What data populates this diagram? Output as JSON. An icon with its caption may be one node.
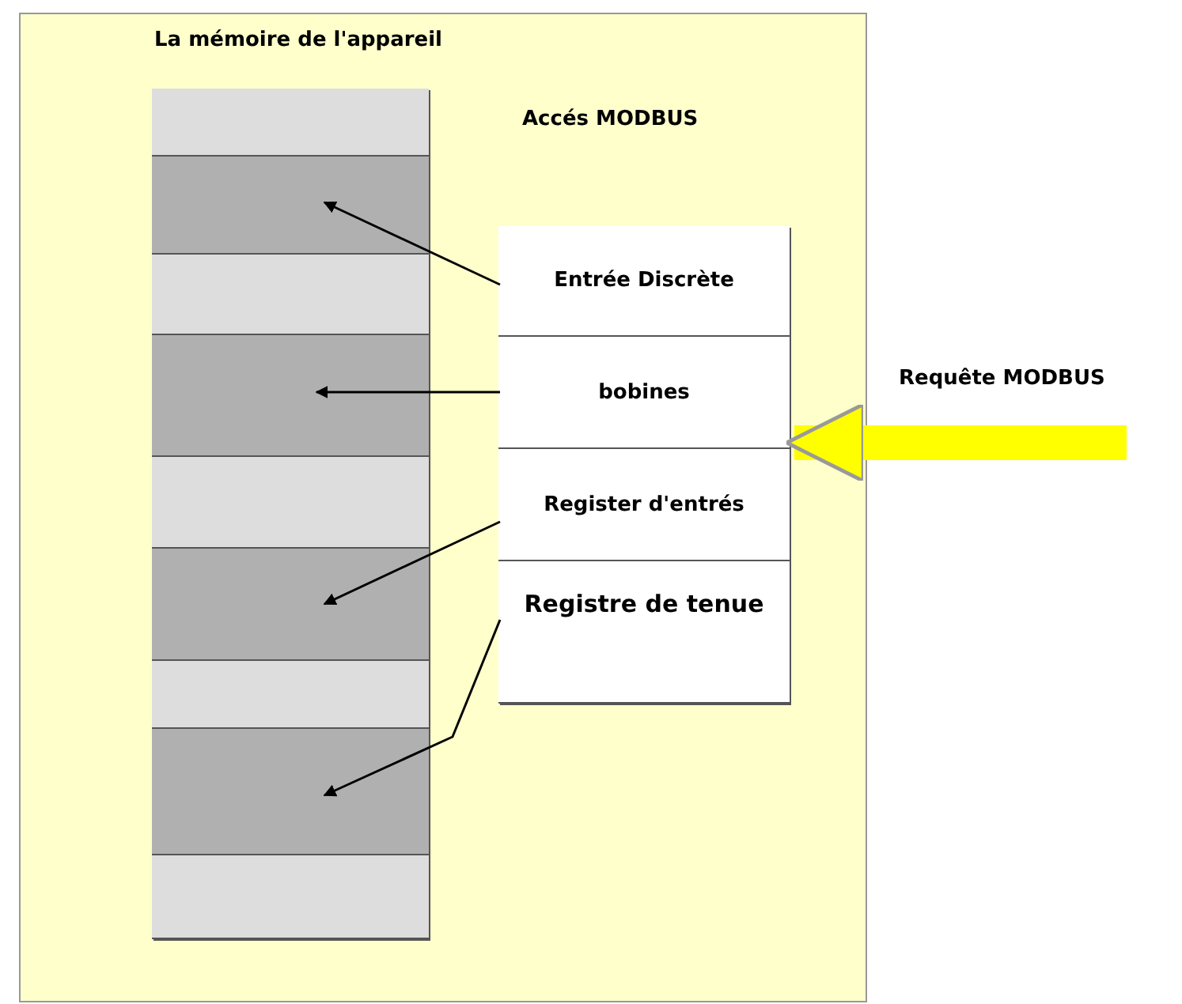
{
  "diagram": {
    "nodes": [
      {
        "text": [],
        "shape": "box"
      },
      {
        "text": [
          "La mémoire de l'appareil"
        ],
        "in": 0
      },
      {
        "text": [],
        "shape": "bar",
        "in": 1
      },
      {
        "text": [],
        "shape": "bar",
        "in": 1
      },
      {
        "text": [],
        "shape": "bar",
        "in": 1
      },
      {
        "text": [],
        "shape": "bar",
        "in": 1
      },
      {
        "text": [],
        "shape": "bar",
        "in": 1
      },
      {
        "text": [],
        "shape": "bar",
        "in": 1
      },
      {
        "text": [],
        "shape": "bar",
        "in": 1
      },
      {
        "text": [],
        "shape": "bar",
        "in": 1
      },
      {
        "text": [],
        "shape": "bar",
        "in": 1
      },
      {
        "text": [],
        "shape": "box",
        "in": 0
      },
      {
        "text": [
          "Entrée Discrète"
        ],
        "in": 11
      },
      {
        "text": [
          "bobines"
        ],
        "in": 11
      },
      {
        "text": [
          "Register d'entrés"
        ],
        "in": 11
      },
      {
        "text": [
          "Registre de tenue"
        ],
        "in": 11
      }
    ],
    "edges": [
      {
        "from": 12,
        "to": 3,
        "arrow": "to"
      },
      {
        "from": 13,
        "to": 5,
        "arrow": "to"
      },
      {
        "from": 14,
        "to": 7,
        "arrow": "to"
      },
      {
        "from": 15,
        "to": 9,
        "arrow": "to"
      },
      {
        "from": null,
        "to": 11,
        "arrow": "to",
        "label": "Requête MODBUS",
        "style": "thick",
        "color": "#ffff00"
      }
    ],
    "labels": [
      "Accés MODBUS"
    ]
  }
}
